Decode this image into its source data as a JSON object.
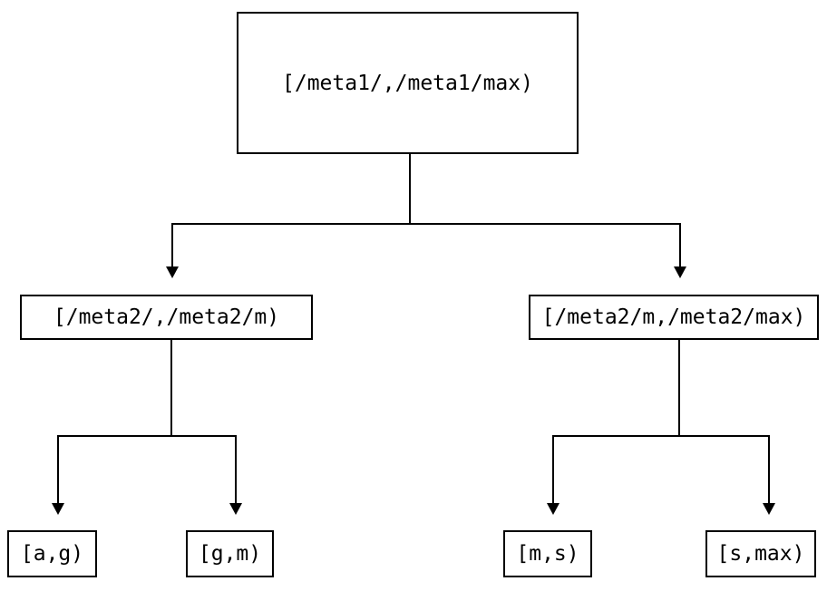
{
  "diagram": {
    "type": "tree",
    "background_color": "#ffffff",
    "line_color": "#000000",
    "node_border_color": "#000000",
    "nodes": {
      "root": {
        "label": "[/meta1/,/meta1/max)"
      },
      "left": {
        "label": "[/meta2/,/meta2/m)"
      },
      "right": {
        "label": "[/meta2/m,/meta2/max)"
      },
      "leaf_ag": {
        "label": "[a,g)"
      },
      "leaf_gm": {
        "label": "[g,m)"
      },
      "leaf_ms": {
        "label": "[m,s)"
      },
      "leaf_smax": {
        "label": "[s,max)"
      }
    },
    "edges": [
      {
        "from": "root",
        "to": "left"
      },
      {
        "from": "root",
        "to": "right"
      },
      {
        "from": "left",
        "to": "leaf_ag"
      },
      {
        "from": "left",
        "to": "leaf_gm"
      },
      {
        "from": "right",
        "to": "leaf_ms"
      },
      {
        "from": "right",
        "to": "leaf_smax"
      }
    ]
  }
}
